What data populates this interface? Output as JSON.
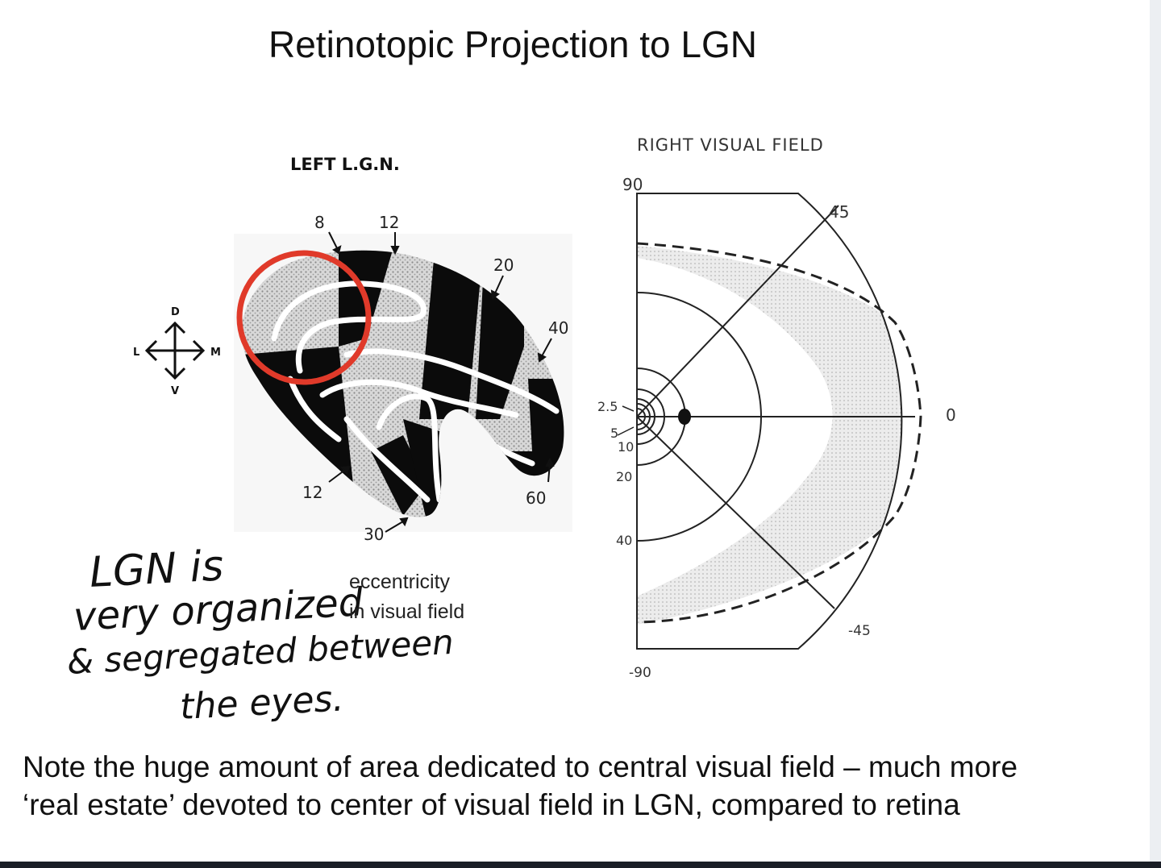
{
  "title": "Retinotopic Projection to LGN",
  "lgn": {
    "heading": "LEFT L.G.N.",
    "labels": [
      "8",
      "12",
      "20",
      "40",
      "60",
      "30",
      "12"
    ],
    "compass": {
      "d": "D",
      "v": "V",
      "l": "L",
      "m": "M"
    }
  },
  "visual_field": {
    "heading": "RIGHT VISUAL FIELD",
    "angle_labels": [
      "90",
      "45",
      "0",
      "-45",
      "-90"
    ],
    "eccentricity_labels": [
      "2.5",
      "5",
      "10",
      "20",
      "40"
    ]
  },
  "caption": {
    "line1": "eccentricity",
    "line2": "in visual field"
  },
  "handwritten_note": [
    "LGN is",
    "very organized",
    "& segregated between",
    "the eyes."
  ],
  "note": {
    "line1": "Note the huge amount of area dedicated to central visual field – much more",
    "line2": "‘real estate’ devoted to center of visual field in LGN, compared to retina"
  },
  "colors": {
    "highlight": "#e03a2a",
    "stipple": "#bdbdbd"
  }
}
